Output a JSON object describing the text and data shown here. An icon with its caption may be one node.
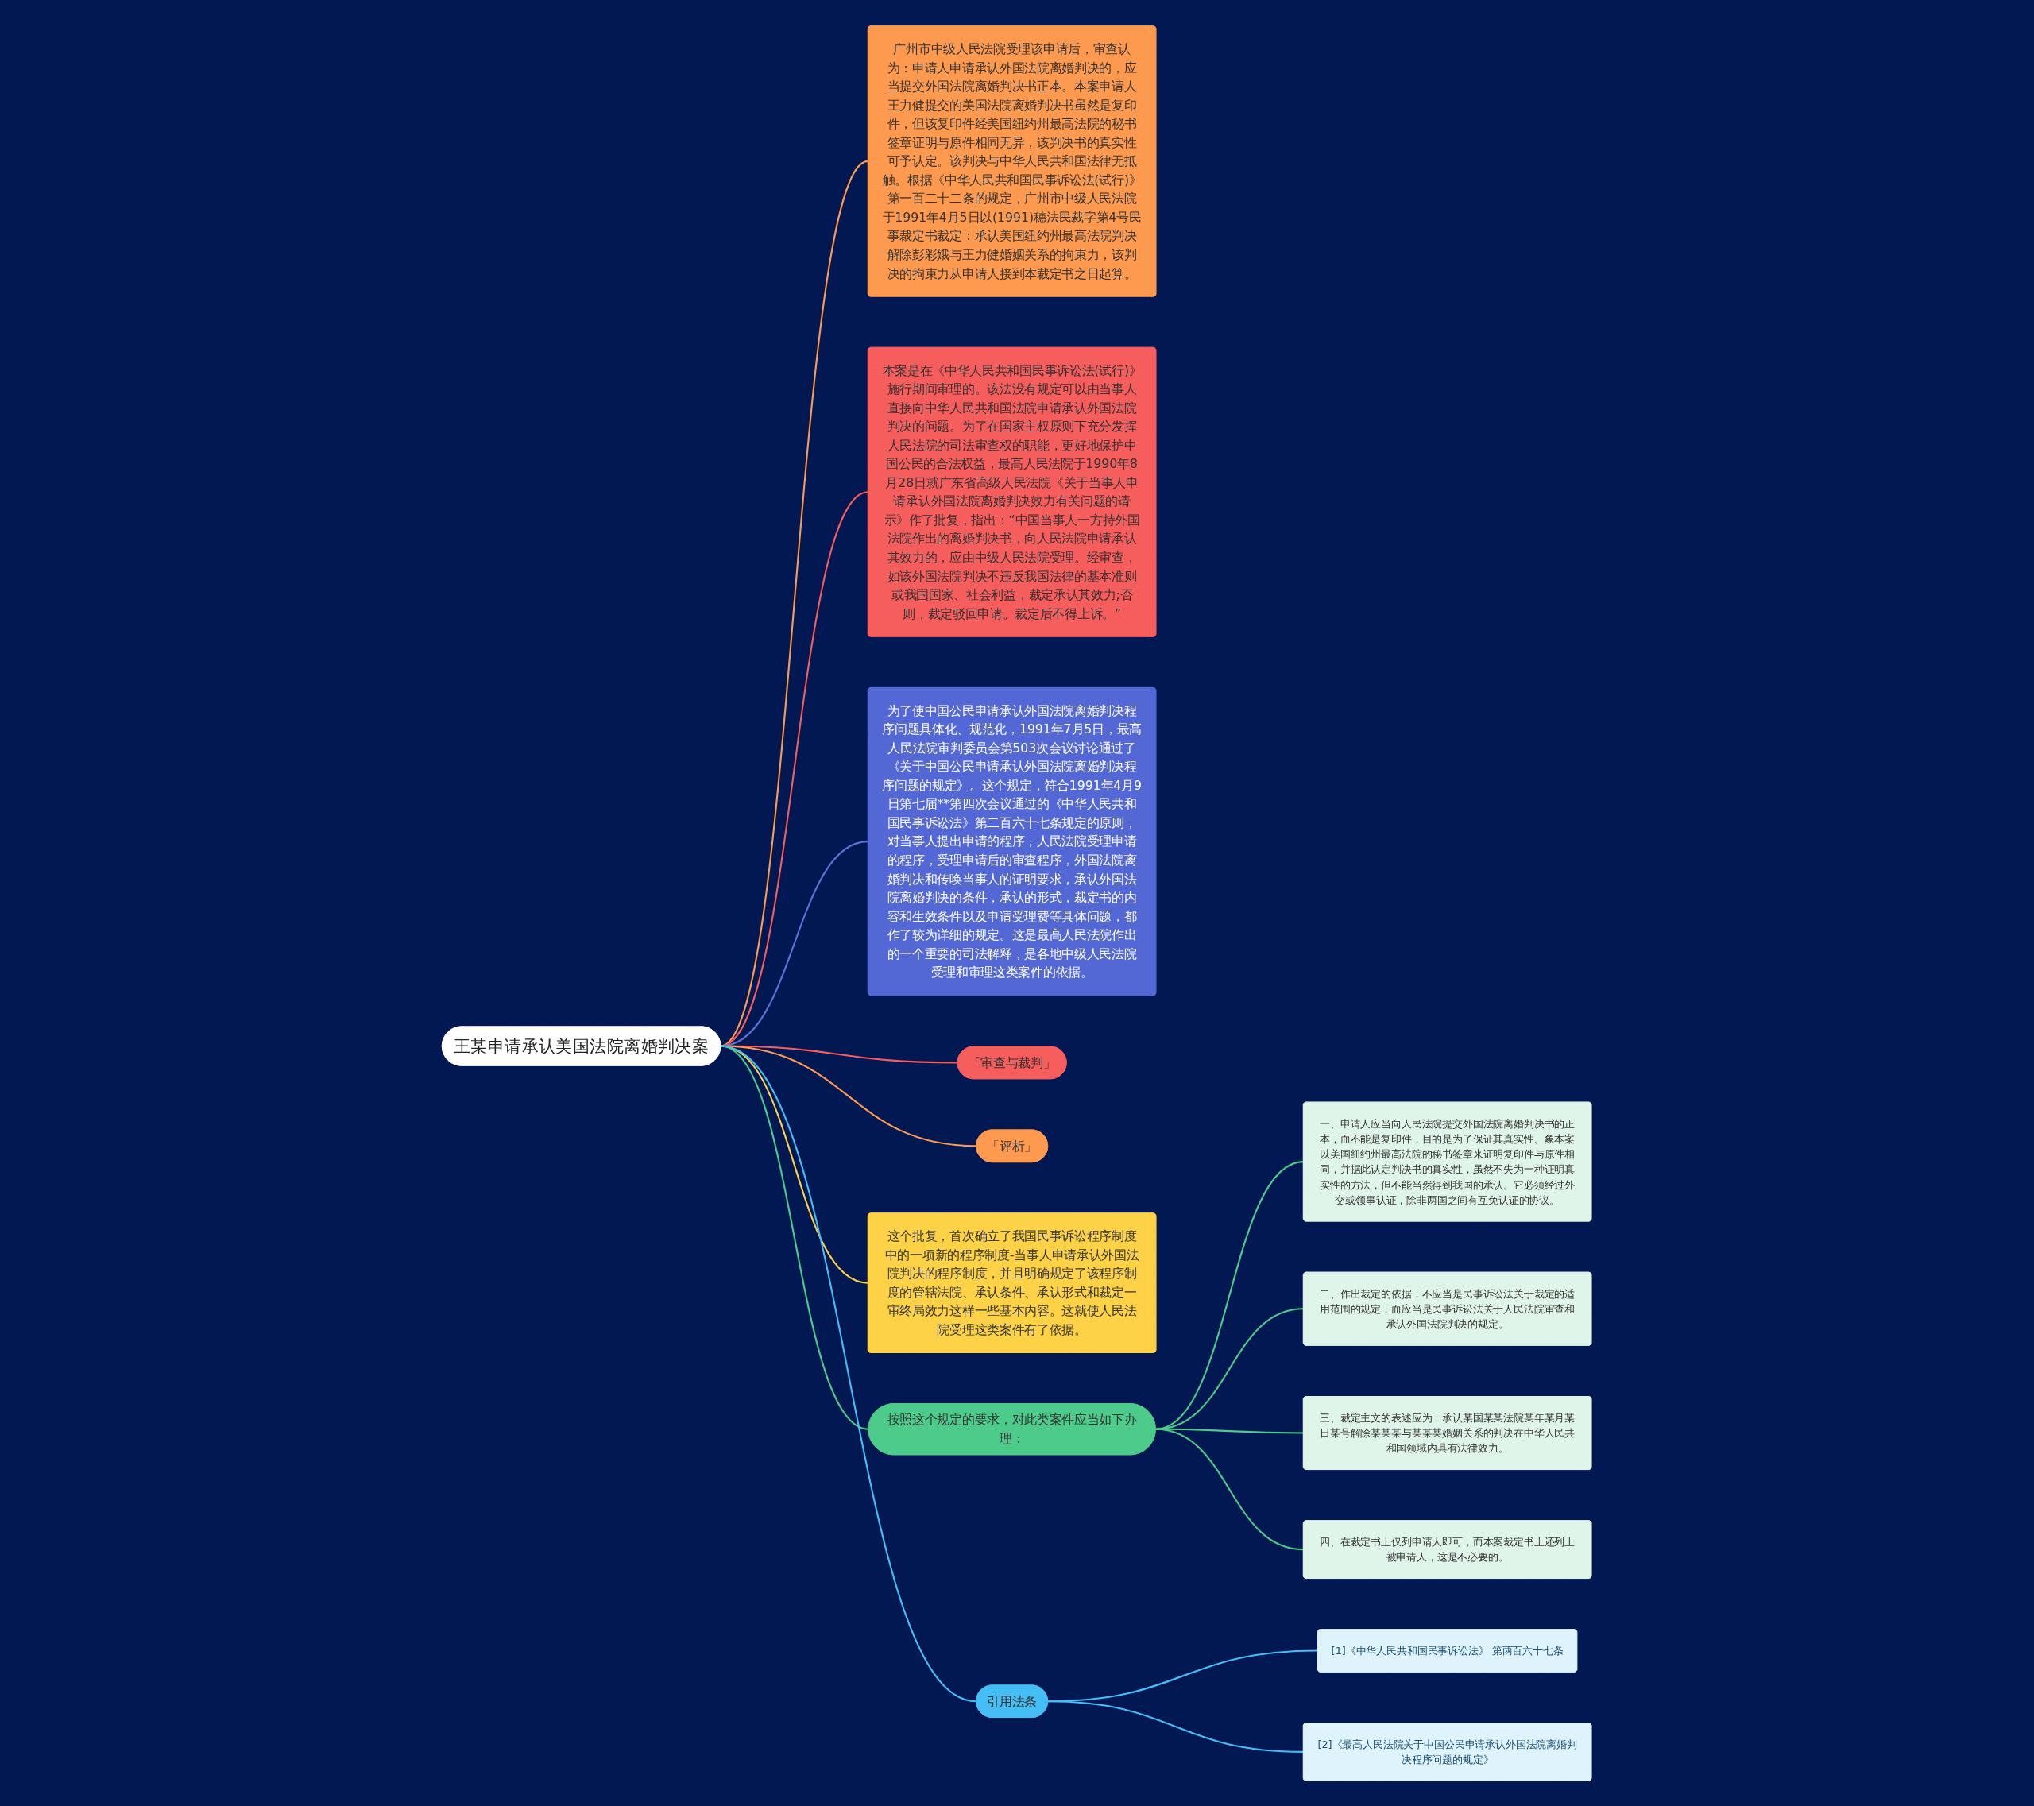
{
  "diagram": {
    "nodes": [
      {
        "text": [
          "王某申请承认美国法院离婚判决案"
        ]
      },
      {
        "text": [
          "广州市中级人民法院受理该申请后，审查认为：申请人申请承认外国法院离婚判决的，应当提交外国法院离婚判决书正本。本案申请人王力健提交的美国法院离婚判决书虽然是复印件，但该复印件经美国纽约州最高法院的秘书签章证明与原件相同无异，该判决书的真实性可予认定。该判决与中华人民共和国法律无抵触。根据《中华人民共和国民事诉讼法(试行)》第一百二十二条的规定，广州市中级人民法院于1991年4月5日以(1991)穗法民裁字第4号民事裁定书裁定：承认美国纽约州最高法院判决解除彭彩娥与王力健婚姻关系的拘束力，该判决的拘束力从申请人接到本裁定书之日起算。"
        ]
      },
      {
        "text": [
          "本案是在《中华人民共和国民事诉讼法(试行)》施行期间审理的。该法没有规定可以由当事人直接向中华人民共和国法院申请承认外国法院判决的问题。为了在国家主权原则下充分发挥人民法院的司法审查权的职能，更好地保护中国公民的合法权益，最高人民法院于1990年8月28日就广东省高级人民法院《关于当事人申请承认外国法院离婚判决效力有关问题的请示》作了批复，指出：“中国当事人一方持外国法院作出的离婚判决书，向人民法院申请承认其效力的，应由中级人民法院受理。经审查，如该外国法院判决不违反我国法律的基本准则或我国国家、社会利益，裁定承认其效力;否则，裁定驳回申请。裁定后不得上诉。”"
        ]
      },
      {
        "text": [
          "为了使中国公民申请承认外国法院离婚判决程序问题具体化、规范化，1991年7月5日，最高人民法院审判委员会第503次会议讨论通过了《关于中国公民申请承认外国法院离婚判决程序问题的规定》。这个规定，符合1991年4月9日第七届**第四次会议通过的《中华人民共和国民事诉讼法》第二百六十七条规定的原则，对当事人提出申请的程序，人民法院受理申请的程序，受理申请后的审查程序，外国法院离婚判决和传唤当事人的证明要求，承认外国法院离婚判决的条件，承认的形式，裁定书的内容和生效条件以及申请受理费等具体问题，都作了较为详细的规定。这是最高人民法院作出的一个重要的司法解释，是各地中级人民法院受理和审理这类案件的依据。"
        ]
      },
      {
        "text": [
          "「审查与裁判」"
        ]
      },
      {
        "text": [
          "「评析」"
        ]
      },
      {
        "text": [
          "这个批复，首次确立了我国民事诉讼程序制度中的一项新的程序制度-当事人申请承认外国法院判决的程序制度，并且明确规定了该程序制度的管辖法院、承认条件、承认形式和裁定一审终局效力这样一些基本内容。这就使人民法院受理这类案件有了依据。"
        ]
      },
      {
        "text": [
          "按照这个规定的要求，对此类案件应当如下办理："
        ]
      },
      {
        "text": [
          "一、申请人应当向人民法院提交外国法院离婚判决书的正本，而不能是复印件，目的是为了保证其真实性。象本案以美国纽约州最高法院的秘书签章来证明复印件与原件相同，并据此认定判决书的真实性，虽然不失为一种证明真实性的方法，但不能当然得到我国的承认。它必须经过外交或领事认证，除非两国之间有互免认证的协议。"
        ]
      },
      {
        "text": [
          "二、作出裁定的依据，不应当是民事诉讼法关于裁定的适用范围的规定，而应当是民事诉讼法关于人民法院审查和承认外国法院判决的规定。"
        ]
      },
      {
        "text": [
          "三、裁定主文的表述应为：承认某国某某法院某年某月某日某号解除某某某与某某某婚姻关系的判决在中华人民共和国领域内具有法律效力。"
        ]
      },
      {
        "text": [
          "四、在裁定书上仅列申请人即可，而本案裁定书上还列上被申请人，这是不必要的。"
        ]
      },
      {
        "text": [
          "引用法条"
        ]
      },
      {
        "text": [
          "[1]《中华人民共和国民事诉讼法》 第两百六十七条"
        ]
      },
      {
        "text": [
          "[2]《最高人民法院关于中国公民申请承认外国法院离婚判决程序问题的规定》"
        ]
      }
    ],
    "edges": [
      {
        "from": 0,
        "to": 1,
        "arrow": "none",
        "color": "#fd9a4f"
      },
      {
        "from": 0,
        "to": 2,
        "arrow": "none",
        "color": "#f65d5d"
      },
      {
        "from": 0,
        "to": 3,
        "arrow": "none",
        "color": "#5f72d8"
      },
      {
        "from": 0,
        "to": 4,
        "arrow": "none",
        "color": "#f65d5d"
      },
      {
        "from": 0,
        "to": 5,
        "arrow": "none",
        "color": "#fd9a4f"
      },
      {
        "from": 0,
        "to": 6,
        "arrow": "none",
        "color": "#fdd247"
      },
      {
        "from": 0,
        "to": 7,
        "arrow": "none"
      },
      {
        "from": 0,
        "to": 12,
        "arrow": "none",
        "color": "#45bef5"
      },
      {
        "from": 7,
        "to": 8,
        "arrow": "none"
      },
      {
        "from": 7,
        "to": 9,
        "arrow": "none"
      },
      {
        "from": 7,
        "to": 10,
        "arrow": "none"
      },
      {
        "from": 7,
        "to": 11,
        "arrow": "none"
      },
      {
        "from": 12,
        "to": 13,
        "arrow": "none",
        "color": "#45bef5"
      },
      {
        "from": 12,
        "to": 14,
        "arrow": "none",
        "color": "#45bef5"
      }
    ]
  }
}
